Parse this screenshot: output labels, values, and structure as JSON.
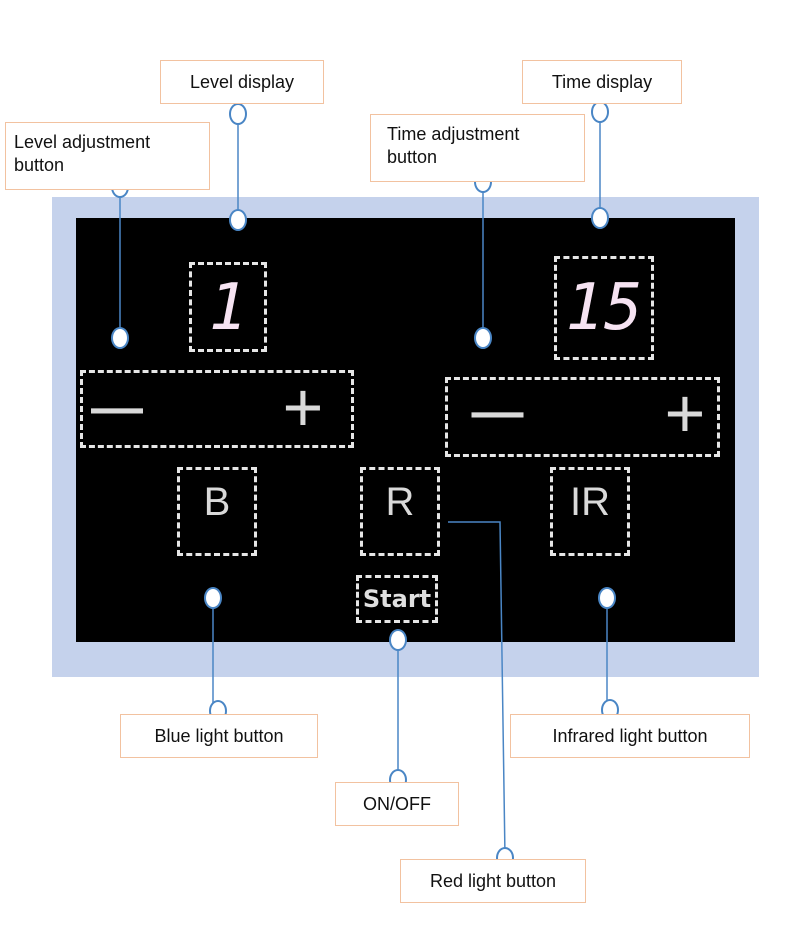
{
  "callouts": {
    "level_display": "Level display",
    "time_display": "Time display",
    "level_adjust": "Level adjustment\nbutton",
    "time_adjust": "Time adjustment\nbutton",
    "blue_light": "Blue light button",
    "infrared_light": "Infrared light button",
    "on_off": "ON/OFF",
    "red_light": "Red light button"
  },
  "panel": {
    "level_value": "1",
    "time_value": "15",
    "minus_symbol": "—",
    "plus_symbol": "+",
    "blue_button": "B",
    "red_button": "R",
    "infrared_button": "IR",
    "start_button": "Start"
  },
  "colors": {
    "frame": "#c5d2ec",
    "screen": "#000000",
    "leader_line": "#4a86c5",
    "callout_border": "#f2c2a0",
    "display_digits": "#f6e3f2"
  }
}
